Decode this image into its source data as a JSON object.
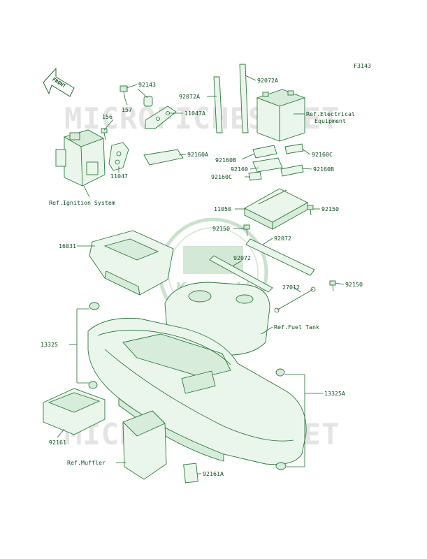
{
  "figure_code": "F3143",
  "front_label": "FRONT",
  "watermark": {
    "text_top": "MICROFICHES.NET",
    "text_bottom": "MICROFICHES.NET",
    "logo_text": "Kawasaki"
  },
  "references": {
    "ignition": "Ref.Ignition System",
    "electrical_line1": "Ref.Electrical",
    "electrical_line2": "Equipment",
    "fuel_tank": "Ref.Fuel Tank",
    "muffler": "Ref.Muffler"
  },
  "parts": {
    "p92143": "92143",
    "p157": "157",
    "p156": "156",
    "p11047A": "11047A",
    "p11047": "11047",
    "p92072A_left": "92072A",
    "p92072A_right": "92072A",
    "p92160A": "92160A",
    "p92160B_left": "92160B",
    "p92160C_right": "92160C",
    "p92160": "92160",
    "p92160B_right": "92160B",
    "p92160C_left": "92160C",
    "p11050": "11050",
    "p92150_a": "92150",
    "p92150_b": "92150",
    "p92150_c": "92150",
    "p16031": "16031",
    "p92072_top": "92072",
    "p92072_mid": "92072",
    "p27012": "27012",
    "p13325": "13325",
    "p13325A": "13325A",
    "p92161": "92161",
    "p92161A": "92161A"
  }
}
